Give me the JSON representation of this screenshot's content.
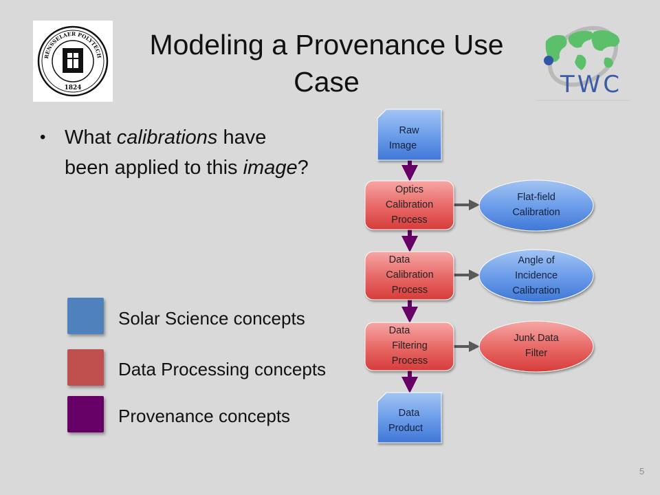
{
  "slide": {
    "title_line1": "Modeling a Provenance Use",
    "title_line2": "Case",
    "page_number": "5"
  },
  "bullet": {
    "part1": "What ",
    "part2_italic": "calibrations",
    "part3": " have been applied to this ",
    "part4_italic": "image",
    "part5": "?"
  },
  "legend": [
    {
      "label": "Solar Science concepts",
      "color": "#4f81bd"
    },
    {
      "label": "Data Processing concepts",
      "color": "#c0504d"
    },
    {
      "label": "Provenance concepts",
      "color": "#660066"
    }
  ],
  "diagram": {
    "raw_image": {
      "line1": "Raw",
      "line2": "Image"
    },
    "optics_process": {
      "line1": "Optics",
      "line2": "Calibration",
      "line3": "Process"
    },
    "flat_field": {
      "line1": "Flat-field",
      "line2": "Calibration"
    },
    "data_calibration_process": {
      "line1": "Data",
      "line2": "Calibration",
      "line3": "Process"
    },
    "angle_of_incidence": {
      "line1": "Angle of",
      "line2": "Incidence",
      "line3": "Calibration"
    },
    "data_filtering_process": {
      "line1": "Data",
      "line2": "Filtering",
      "line3": "Process"
    },
    "junk_data_filter": {
      "line1": "Junk Data",
      "line2": "Filter"
    },
    "data_product": {
      "line1": "Data",
      "line2": "Product"
    }
  },
  "logos": {
    "rpi_seal_text": "RENSSELAER POLYTECHNIC INSTITUTE",
    "rpi_year": "1824",
    "twc_text": "TWC"
  },
  "colors": {
    "background": "#d9d9d9",
    "solar_blue": "#4f81bd",
    "processing_red": "#c0504d",
    "provenance_purple": "#660066",
    "arrow_gray": "#595959"
  }
}
